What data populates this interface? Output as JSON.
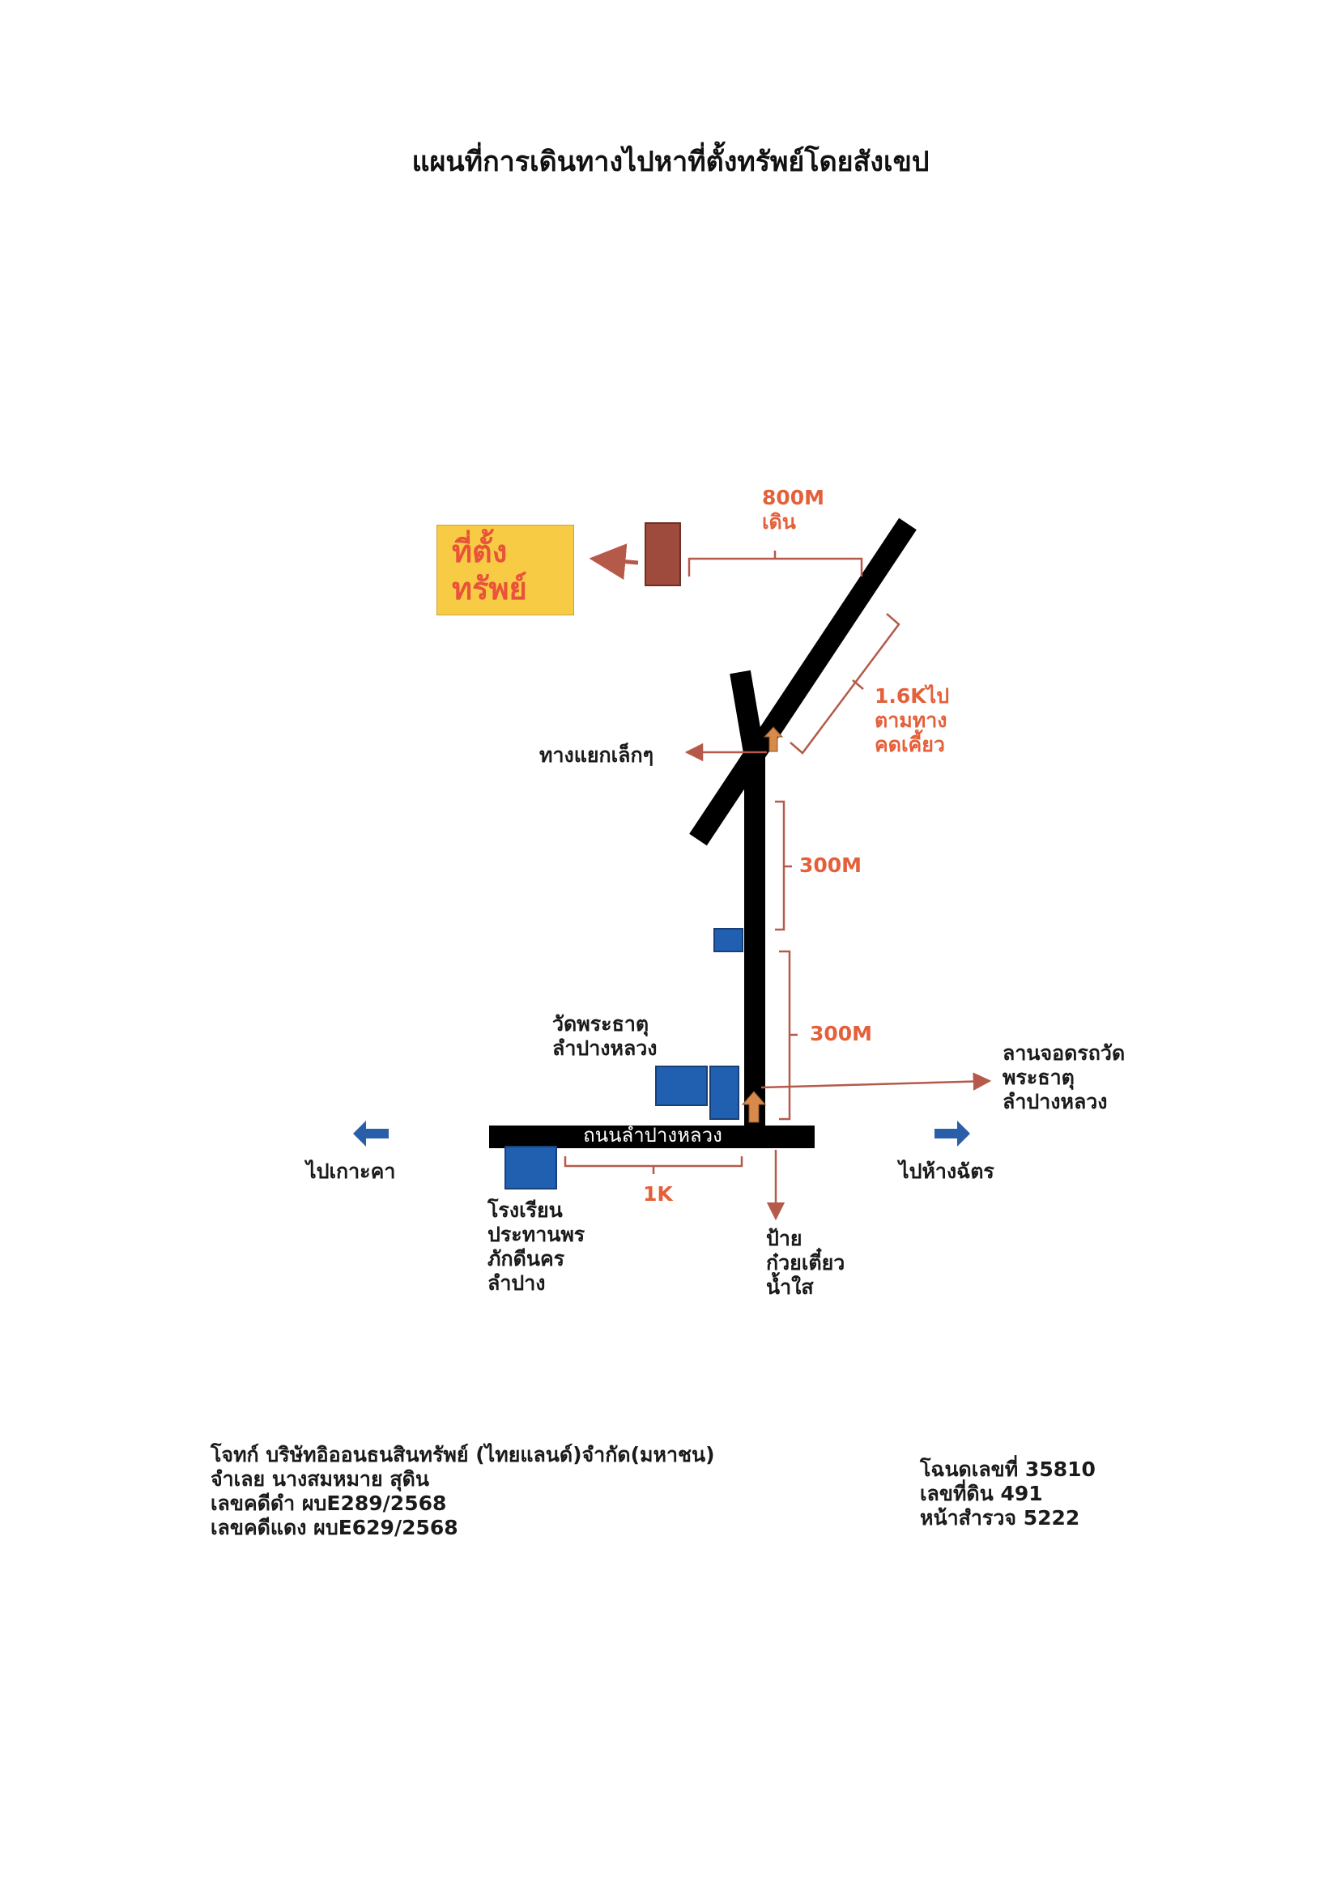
{
  "title": "แผนที่การเดินทางไปหาที่ตั้งทรัพย์โดยสังเขป",
  "property_label": [
    "ที่ตั้ง",
    "ทรัพย์"
  ],
  "distances": {
    "walk": [
      "800M",
      "เดิน"
    ],
    "winding": [
      "1.6Kไป",
      "ตามทาง",
      "คดเคี้ยว"
    ],
    "segment_upper": "300M",
    "segment_lower": "300M",
    "main_road": "1K"
  },
  "labels": {
    "small_junction": "ทางแยกเล็กๆ",
    "temple": [
      "วัดพระธาตุ",
      "ลำปางหลวง"
    ],
    "parking": [
      "ลานจอดรถวัด",
      "พระธาตุ",
      "ลำปางหลวง"
    ],
    "main_road": "ถนนลำปางหลวง",
    "to_west": "ไปเกาะคา",
    "to_east": "ไปห้างฉัตร",
    "school": [
      "โรงเรียน",
      "ประทานพร",
      "ภักดีนคร",
      "ลำปาง"
    ],
    "sign": [
      "ป้าย",
      "ก๋วยเตี๋ยว",
      "น้ำใส"
    ]
  },
  "footer": {
    "left": [
      "โจทก์ บริษัทอิออนธนสินทรัพย์ (ไทยแลนด์)จำกัด(มหาชน)",
      "จำเลย นางสมหมาย สุดิน",
      "เลขคดีดำ ผบE289/2568",
      "เลขคดีแดง ผบE629/2568"
    ],
    "right": [
      "โฉนดเลขที่ 35810",
      "เลขที่ดิน 491",
      "หน้าสำรวจ  5222"
    ]
  },
  "colors": {
    "road": "#000000",
    "building": "#2160b0",
    "property_box": "#f8cb45",
    "property_text": "#e8533a",
    "property_marker": "#9e4a3c",
    "distance_text": "#e4603a",
    "bracket": "#b55a4a",
    "direction_arrow": "#2a5ea8",
    "travel_arrow": "#d88a4a"
  },
  "icons": {
    "direction": "arrow-icon",
    "travel": "travel-arrow-icon"
  }
}
